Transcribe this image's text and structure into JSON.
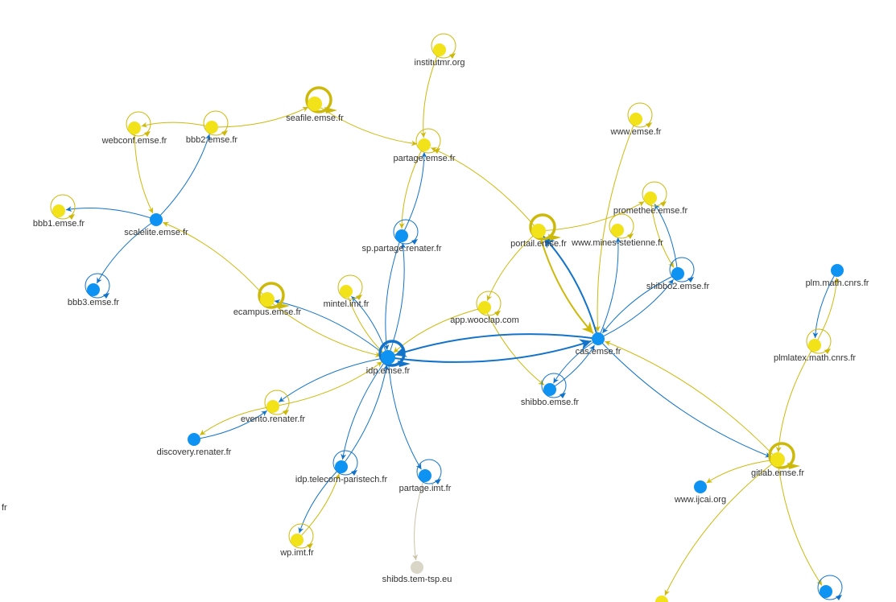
{
  "colors": {
    "yellow_node": "#f2e21a",
    "yellow_edge": "#cdb90a",
    "blue_node": "#0e93f2",
    "blue_edge": "#1273c9",
    "grey_node": "#d9d6c8",
    "grey_edge": "#c9c3aa",
    "label": "#333333"
  },
  "nodes": [
    {
      "id": "institutmr",
      "label": "institutmr.org",
      "color": "yellow",
      "loop": true
    },
    {
      "id": "seafile",
      "label": "seafile.emse.fr",
      "color": "yellow",
      "loop": true,
      "heavy": true
    },
    {
      "id": "webconf",
      "label": "webconf.emse.fr",
      "color": "yellow",
      "loop": true
    },
    {
      "id": "bbb2",
      "label": "bbb2.emse.fr",
      "color": "yellow",
      "loop": true
    },
    {
      "id": "partage_emse",
      "label": "partage.emse.fr",
      "color": "yellow",
      "loop": true
    },
    {
      "id": "www_emse",
      "label": "www.emse.fr",
      "color": "yellow",
      "loop": true
    },
    {
      "id": "bbb1",
      "label": "bbb1.emse.fr",
      "color": "yellow",
      "loop": true
    },
    {
      "id": "scalelite",
      "label": "scalelite.emse.fr",
      "color": "blue",
      "loop": false
    },
    {
      "id": "sp_partage",
      "label": "sp.partage.renater.fr",
      "color": "blue",
      "loop": true
    },
    {
      "id": "portail",
      "label": "portail.emse.fr",
      "color": "yellow",
      "loop": true,
      "heavy": true
    },
    {
      "id": "promethee",
      "label": "promethee.emse.fr",
      "color": "yellow",
      "loop": true
    },
    {
      "id": "mines_stetienne",
      "label": "www.mines-stetienne.fr",
      "color": "yellow",
      "loop": true
    },
    {
      "id": "bbb3",
      "label": "bbb3.emse.fr",
      "color": "blue",
      "loop": true
    },
    {
      "id": "shibbo2",
      "label": "shibbo2.emse.fr",
      "color": "blue",
      "loop": true
    },
    {
      "id": "plm_math",
      "label": "plm.math.cnrs.fr",
      "color": "blue",
      "loop": false
    },
    {
      "id": "ecampus",
      "label": "ecampus.emse.fr",
      "color": "yellow",
      "loop": true,
      "heavy": true
    },
    {
      "id": "mintel",
      "label": "mintel.imt.fr",
      "color": "yellow",
      "loop": true
    },
    {
      "id": "wooclap",
      "label": "app.wooclap.com",
      "color": "yellow",
      "loop": true
    },
    {
      "id": "cas",
      "label": "cas.emse.fr",
      "color": "blue",
      "loop": false
    },
    {
      "id": "plmlatex",
      "label": "plmlatex.math.cnrs.fr",
      "color": "yellow",
      "loop": true
    },
    {
      "id": "idp_emse",
      "label": "idp.emse.fr",
      "color": "blue",
      "loop": true,
      "heavy": true
    },
    {
      "id": "shibbo",
      "label": "shibbo.emse.fr",
      "color": "blue",
      "loop": true
    },
    {
      "id": "evento",
      "label": "evento.renater.fr",
      "color": "yellow",
      "loop": true
    },
    {
      "id": "discovery",
      "label": "discovery.renater.fr",
      "color": "blue",
      "loop": false
    },
    {
      "id": "gitlab",
      "label": "gitlab.emse.fr",
      "color": "yellow",
      "loop": true,
      "heavy": true
    },
    {
      "id": "ijcai",
      "label": "www.ijcai.org",
      "color": "blue",
      "loop": false
    },
    {
      "id": "idp_telecom",
      "label": "idp.telecom-paristech.fr",
      "color": "blue",
      "loop": true
    },
    {
      "id": "partage_imt",
      "label": "partage.imt.fr",
      "color": "blue",
      "loop": true
    },
    {
      "id": "wp_imt",
      "label": "wp.imt.fr",
      "color": "yellow",
      "loop": true
    },
    {
      "id": "shibds",
      "label": "shibds.tem-tsp.eu",
      "color": "grey",
      "loop": false
    },
    {
      "id": "edge_blue_br",
      "label": "",
      "color": "blue",
      "loop": true
    },
    {
      "id": "edge_yellow_b",
      "label": "",
      "color": "yellow",
      "loop": false
    },
    {
      "id": "edge_left",
      "label": "fr",
      "color": "none",
      "loop": false
    }
  ],
  "edges": [
    {
      "from": "institutmr",
      "to": "partage_emse",
      "color": "yellow"
    },
    {
      "from": "seafile",
      "to": "partage_emse",
      "color": "yellow"
    },
    {
      "from": "bbb2",
      "to": "seafile",
      "color": "yellow"
    },
    {
      "from": "bbb2",
      "to": "webconf",
      "color": "yellow"
    },
    {
      "from": "webconf",
      "to": "scalelite",
      "color": "yellow"
    },
    {
      "from": "scalelite",
      "to": "bbb2",
      "color": "blue"
    },
    {
      "from": "scalelite",
      "to": "bbb1",
      "color": "blue"
    },
    {
      "from": "scalelite",
      "to": "bbb3",
      "color": "blue"
    },
    {
      "from": "ecampus",
      "to": "scalelite",
      "color": "yellow"
    },
    {
      "from": "partage_emse",
      "to": "sp_partage",
      "color": "yellow"
    },
    {
      "from": "sp_partage",
      "to": "partage_emse",
      "color": "blue"
    },
    {
      "from": "idp_emse",
      "to": "sp_partage",
      "color": "blue"
    },
    {
      "from": "sp_partage",
      "to": "idp_emse",
      "color": "blue"
    },
    {
      "from": "portail",
      "to": "partage_emse",
      "color": "yellow"
    },
    {
      "from": "portail",
      "to": "promethee",
      "color": "yellow"
    },
    {
      "from": "portail",
      "to": "wooclap",
      "color": "yellow"
    },
    {
      "from": "portail",
      "to": "cas",
      "color": "yellow"
    },
    {
      "from": "cas",
      "to": "portail",
      "color": "blue"
    },
    {
      "from": "www_emse",
      "to": "cas",
      "color": "yellow"
    },
    {
      "from": "cas",
      "to": "mines_stetienne",
      "color": "blue"
    },
    {
      "from": "promethee",
      "to": "shibbo2",
      "color": "yellow"
    },
    {
      "from": "shibbo2",
      "to": "promethee",
      "color": "blue"
    },
    {
      "from": "cas",
      "to": "shibbo2",
      "color": "blue"
    },
    {
      "from": "shibbo2",
      "to": "cas",
      "color": "blue"
    },
    {
      "from": "ecampus",
      "to": "idp_emse",
      "color": "yellow"
    },
    {
      "from": "idp_emse",
      "to": "ecampus",
      "color": "blue"
    },
    {
      "from": "mintel",
      "to": "idp_emse",
      "color": "yellow"
    },
    {
      "from": "idp_emse",
      "to": "mintel",
      "color": "blue"
    },
    {
      "from": "wooclap",
      "to": "idp_emse",
      "color": "yellow"
    },
    {
      "from": "wooclap",
      "to": "shibbo",
      "color": "yellow"
    },
    {
      "from": "idp_emse",
      "to": "cas",
      "color": "blue"
    },
    {
      "from": "cas",
      "to": "idp_emse",
      "color": "blue"
    },
    {
      "from": "cas",
      "to": "shibbo",
      "color": "blue"
    },
    {
      "from": "shibbo",
      "to": "cas",
      "color": "blue"
    },
    {
      "from": "cas",
      "to": "gitlab",
      "color": "blue"
    },
    {
      "from": "gitlab",
      "to": "cas",
      "color": "yellow"
    },
    {
      "from": "gitlab",
      "to": "ijcai",
      "color": "yellow"
    },
    {
      "from": "gitlab",
      "to": "edge_blue_br",
      "color": "yellow"
    },
    {
      "from": "gitlab",
      "to": "edge_yellow_b",
      "color": "yellow"
    },
    {
      "from": "plm_math",
      "to": "plmlatex",
      "color": "blue"
    },
    {
      "from": "plmlatex",
      "to": "plm_math",
      "color": "yellow"
    },
    {
      "from": "plmlatex",
      "to": "gitlab",
      "color": "yellow"
    },
    {
      "from": "idp_emse",
      "to": "evento",
      "color": "blue"
    },
    {
      "from": "evento",
      "to": "idp_emse",
      "color": "yellow"
    },
    {
      "from": "evento",
      "to": "discovery",
      "color": "yellow"
    },
    {
      "from": "discovery",
      "to": "evento",
      "color": "blue"
    },
    {
      "from": "idp_emse",
      "to": "idp_telecom",
      "color": "blue"
    },
    {
      "from": "idp_telecom",
      "to": "idp_emse",
      "color": "blue"
    },
    {
      "from": "idp_emse",
      "to": "partage_imt",
      "color": "blue"
    },
    {
      "from": "idp_telecom",
      "to": "wp_imt",
      "color": "blue"
    },
    {
      "from": "wp_imt",
      "to": "idp_telecom",
      "color": "yellow"
    },
    {
      "from": "partage_imt",
      "to": "shibds",
      "color": "grey"
    }
  ]
}
